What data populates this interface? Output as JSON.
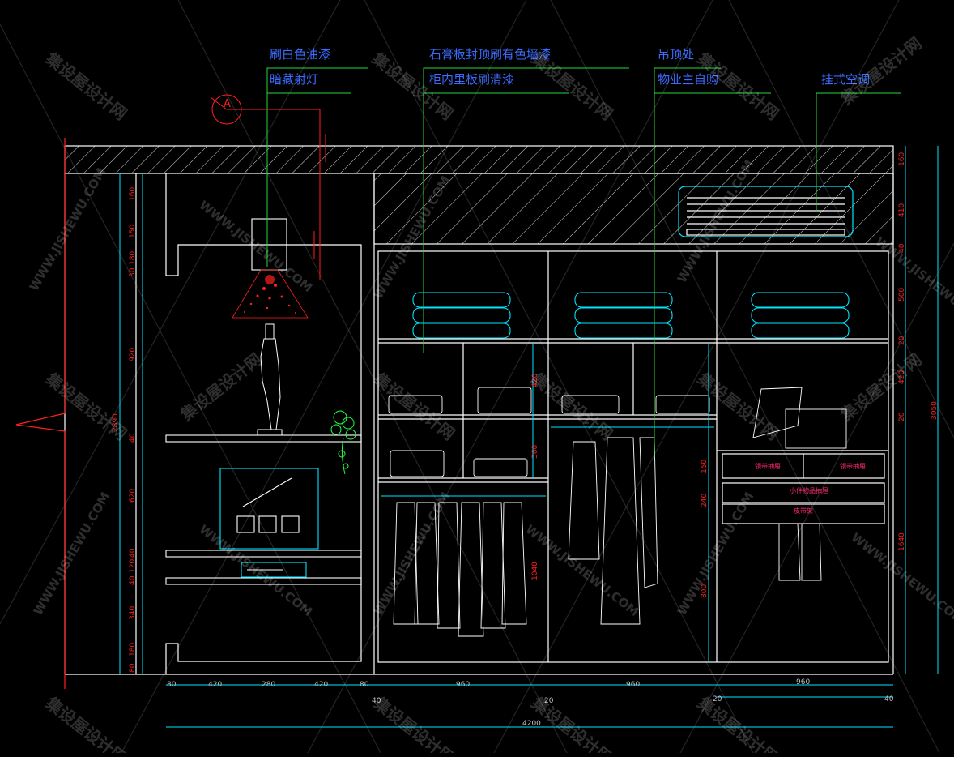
{
  "labels": {
    "paint_white": "刷白色油漆",
    "hidden_light": "暗藏射灯",
    "gypsum_ceiling": "石膏板封顶刷有色墙漆",
    "cabinet_inside": "柜内里板刷清漆",
    "suspended_ceiling": "吊顶处",
    "owner_choice": "物业主自购",
    "wall_ac": "挂式空调"
  },
  "section_mark": "A",
  "drawer_labels": [
    "领带抽屉",
    "领带抽屉",
    "小件物品抽屉",
    "皮带架"
  ],
  "dims_left": [
    "160",
    "150",
    "180",
    "30",
    "920",
    "40",
    "620",
    "40",
    "120",
    "40",
    "340",
    "180",
    "80"
  ],
  "dims_left_total": "2890",
  "dims_right": [
    "160",
    "410",
    "40",
    "500",
    "20",
    "420",
    "20",
    "3050"
  ],
  "dims_inner": [
    "420",
    "360",
    "150",
    "240",
    "1040",
    "1640",
    "800"
  ],
  "dims_bottom": [
    "80",
    "420",
    "280",
    "420",
    "80",
    "960",
    "960",
    "960",
    "40",
    "20",
    "20",
    "40",
    "4200"
  ],
  "watermarks": [
    "集设屋设计网",
    "WWW.JISHEWU.COM"
  ],
  "colors": {
    "background": "#000000",
    "outline": "#ffffff",
    "cyan": "#00e5ff",
    "leader_green": "#22d83a",
    "label_blue": "#3b6cff",
    "dim_red": "#ff2020"
  }
}
